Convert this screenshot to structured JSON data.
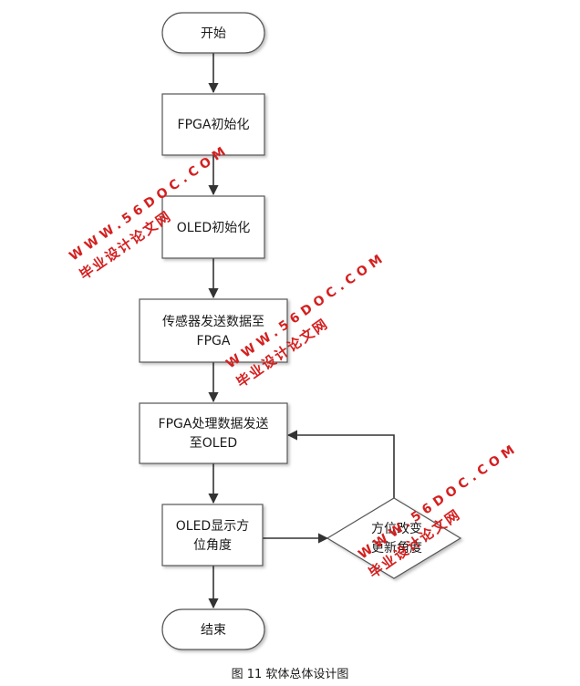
{
  "diagram": {
    "nodes": {
      "start": "开始",
      "fpga_init": "FPGA初始化",
      "oled_init": "OLED初始化",
      "sensor_line1": "传感器发送数据至",
      "sensor_line2": "FPGA",
      "process_line1": "FPGA处理数据发送",
      "process_line2": "至OLED",
      "display_line1": "OLED显示方",
      "display_line2": "位角度",
      "decision_line1": "方位改变",
      "decision_line2": "更新角度",
      "end": "结束"
    },
    "caption": "图 11 软体总体设计图"
  },
  "watermark": {
    "site_text": "毕业设计论文网",
    "url": "WWW.56DOC.COM"
  },
  "colors": {
    "node_fill": "#ffffff",
    "node_stroke": "#555555",
    "edge": "#333333",
    "watermark": "#d42020"
  }
}
